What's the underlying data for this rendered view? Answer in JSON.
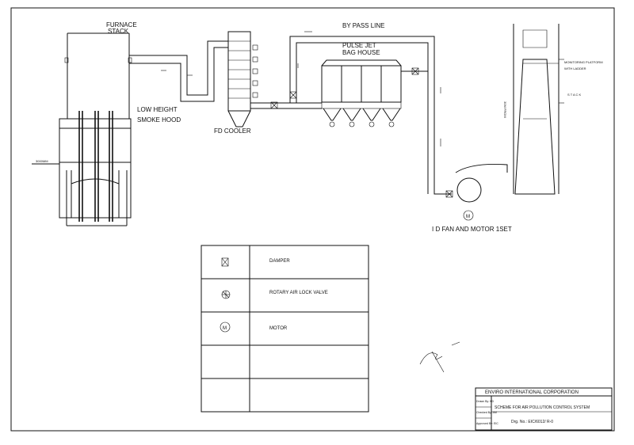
{
  "labels": {
    "furnace_stack": "FURNACE\nSTACK",
    "low_height": "LOW HEIGHT",
    "smoke_hood": "SMOKE HOOD",
    "fd_cooler": "FD COOLER",
    "bypass_line": "BY PASS LINE",
    "pulse_jet": "PULSE JET",
    "bag_house": "BAG HOUSE",
    "id_fan": "I D FAN AND MOTOR 1SET",
    "monitoring_platform_1": "MONITORING PLATFORM",
    "monitoring_platform_2": "WITH LADDER",
    "stack": "S T A C K",
    "stack_height": "30M FROM",
    "stack_height_2": "GL",
    "motor_symbol": "M"
  },
  "legend": {
    "rows": [
      {
        "symbol": "damper-icon",
        "label": "DAMPER"
      },
      {
        "symbol": "rotary-valve-icon",
        "label": "ROTARY  AIR LOCK  VALVE"
      },
      {
        "symbol": "motor-icon",
        "label": "MOTOR"
      },
      {
        "symbol": "",
        "label": ""
      },
      {
        "symbol": "",
        "label": ""
      }
    ]
  },
  "title_block": {
    "company": "ENVIRO INTERNATIONAL CORPORATION",
    "scheme": "SCHEME FOR AIR POLLUTION CONTROL SYSTEM",
    "drg_no": "Drg. No.: EIC/6012/ R-0",
    "side_labels": [
      "Drawn By: KD",
      "Checked By: AM",
      "Approved By: EIC"
    ]
  }
}
